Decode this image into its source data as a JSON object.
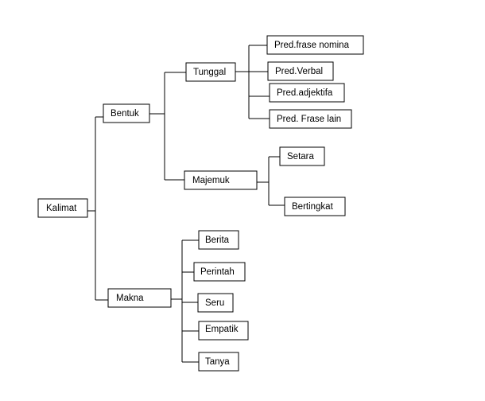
{
  "diagram": {
    "nodes": {
      "kalimat": "Kalimat",
      "bentuk": "Bentuk",
      "makna": "Makna",
      "tunggal": "Tunggal",
      "majemuk": "Majemuk",
      "pred_frase_nomina": "Pred.frase nomina",
      "pred_verbal": "Pred.Verbal",
      "pred_adjektifa": "Pred.adjektifa",
      "pred_frase_lain": "Pred. Frase lain",
      "setara": "Setara",
      "bertingkat": "Bertingkat",
      "berita": "Berita",
      "perintah": "Perintah",
      "seru": "Seru",
      "empatik": "Empatik",
      "tanya": "Tanya"
    }
  }
}
